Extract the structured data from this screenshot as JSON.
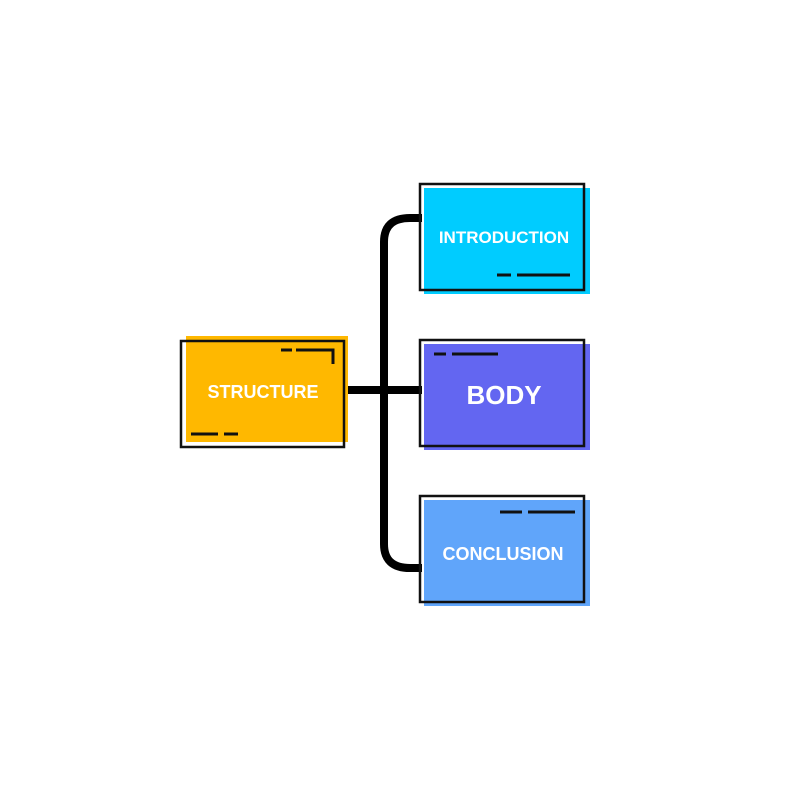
{
  "nodes": {
    "structure": {
      "label": "STRUCTURE",
      "color": "#FFB800"
    },
    "introduction": {
      "label": "INTRODUCTION",
      "color": "#00CCFF"
    },
    "body": {
      "label": "BODY",
      "color": "#6366F1"
    },
    "conclusion": {
      "label": "CONCLUSION",
      "color": "#60A5FA"
    }
  },
  "connector_color": "#000000",
  "outline_color": "#111111"
}
